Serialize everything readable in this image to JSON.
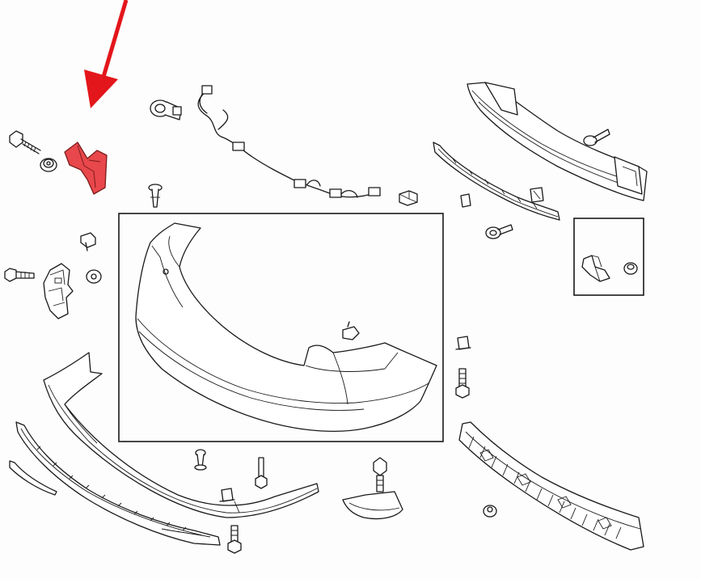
{
  "diagram": {
    "highlight_color": "#e8474b",
    "pointer_color": "#e3161b",
    "line_color": "#1a1a1a",
    "parts": [
      "red-highlighted-bracket",
      "bolt",
      "washer-nut",
      "parking-sensor",
      "sensor-wiring-harness",
      "rear-bumper-cover",
      "bumper-reinforcement-beam",
      "bumper-impact-absorber",
      "side-mounting-bracket",
      "lower-valance",
      "lower-trim-strip",
      "push-clips",
      "detail-inset-bracket"
    ]
  }
}
